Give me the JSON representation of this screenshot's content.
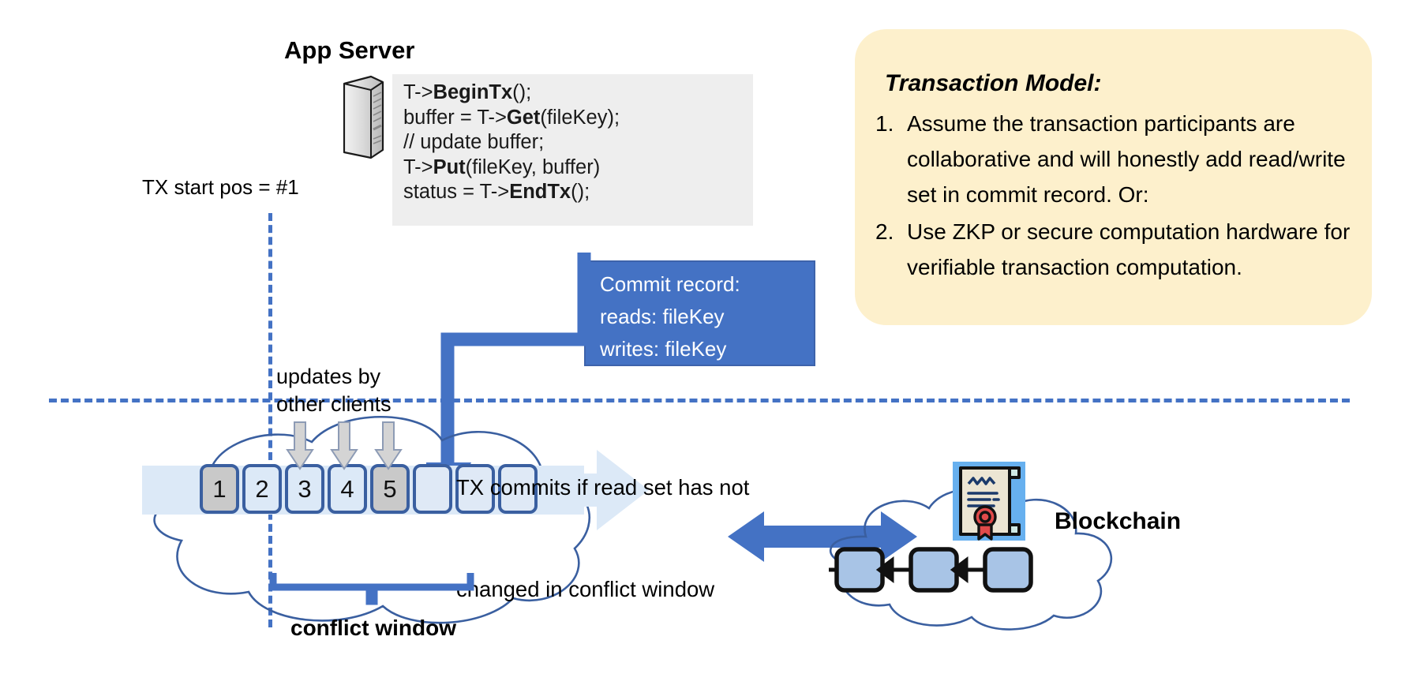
{
  "app_server": {
    "title": "App Server",
    "icon": "server-tower-icon",
    "code_lines": [
      {
        "pre": "T->",
        "bold": "BeginTx",
        "post": "();"
      },
      {
        "pre": "buffer = T->",
        "bold": "Get",
        "post": "(fileKey);"
      },
      {
        "pre": "// update buffer;",
        "bold": "",
        "post": ""
      },
      {
        "pre": "T->",
        "bold": "Put",
        "post": "(fileKey, buffer)"
      },
      {
        "pre": "status = T->",
        "bold": "EndTx",
        "post": "();"
      }
    ]
  },
  "tx_start": {
    "label": "TX start pos = #1",
    "line_color": "#4472c4"
  },
  "commit_record": {
    "title": "Commit record:",
    "reads": "reads: fileKey",
    "writes": "writes: fileKey",
    "bg_color": "#4472c4"
  },
  "transaction_model": {
    "title": "Transaction Model:",
    "bg_color": "#fdf0cc",
    "items": [
      {
        "num": "1.",
        "text": "Assume the transaction participants are collaborative and will honestly add read/write set in commit record.  Or:"
      },
      {
        "num": "2.",
        "text": "Use ZKP or secure computation hardware for verifiable transaction computation."
      }
    ]
  },
  "ledger": {
    "updates_label_line1": "updates by",
    "updates_label_line2": "other clients",
    "commits_label_line1": "TX commits if read set has not",
    "commits_label_line2": "changed in conflict window",
    "conflict_window_label": "conflict window",
    "blocks": [
      {
        "label": "1",
        "style": "gray"
      },
      {
        "label": "2",
        "style": "blue"
      },
      {
        "label": "3",
        "style": "blue"
      },
      {
        "label": "4",
        "style": "blue"
      },
      {
        "label": "5",
        "style": "gray"
      },
      {
        "label": "",
        "style": "empty"
      },
      {
        "label": "",
        "style": "empty"
      },
      {
        "label": "",
        "style": "empty"
      }
    ],
    "band_color": "#dce9f7",
    "block_border_color": "#3a5fa0",
    "gray_block_color": "#c9c9c9"
  },
  "blockchain": {
    "label": "Blockchain",
    "cert_icon": "smart-contract-certificate-icon",
    "block_count": 3,
    "block_color": "#a8c4e6",
    "arrow_color": "#4472c4"
  }
}
